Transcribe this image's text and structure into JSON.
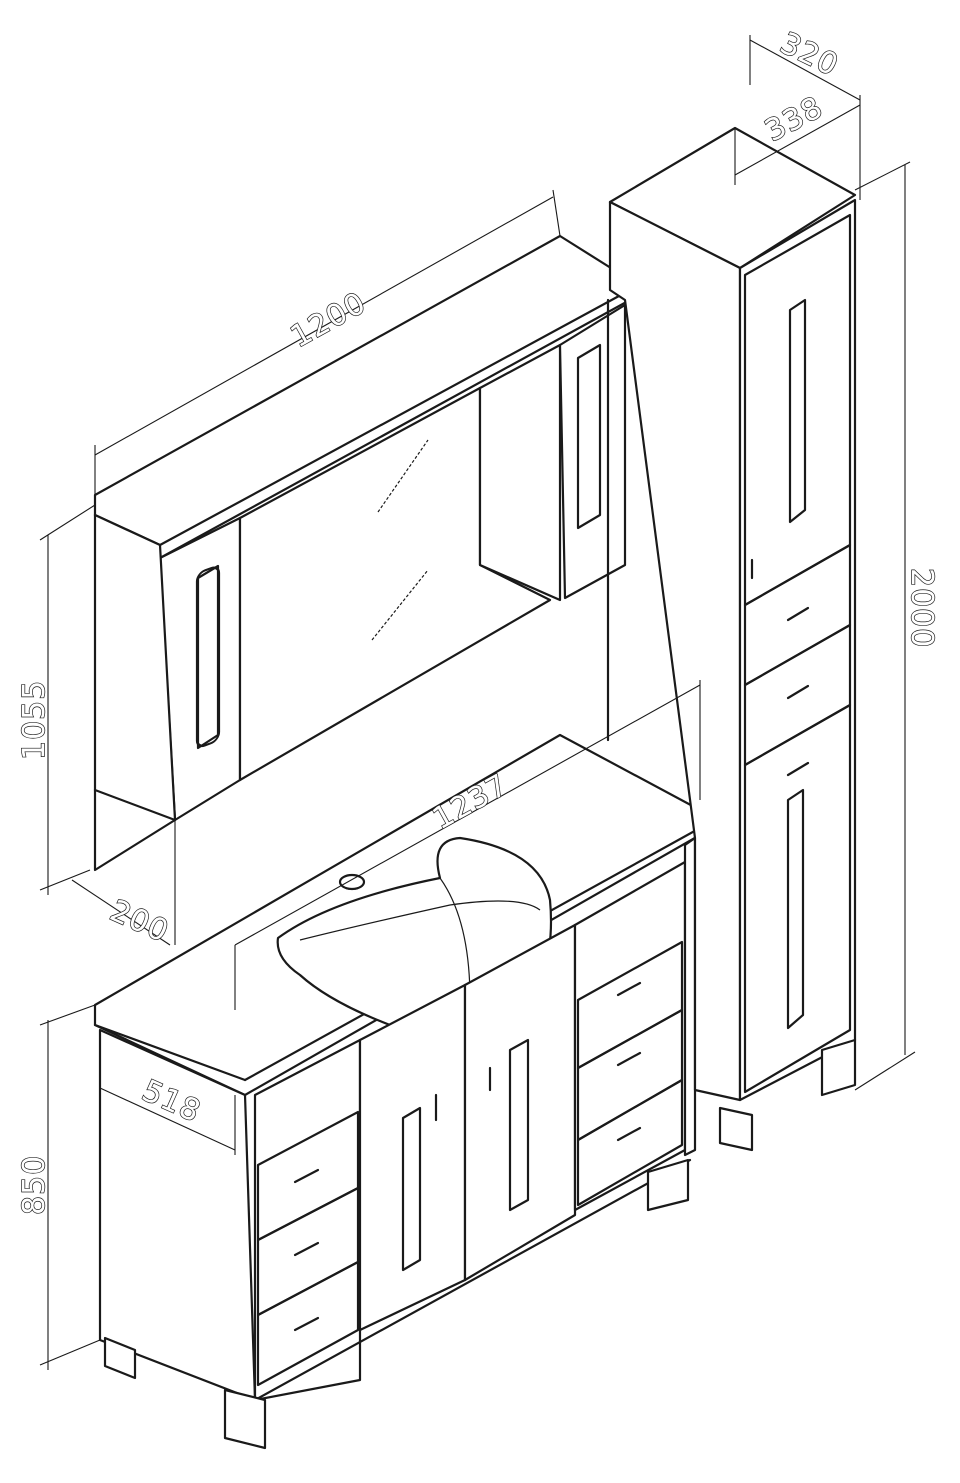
{
  "dimensions": {
    "mirror_cabinet_width": "1200",
    "mirror_cabinet_height": "1055",
    "mirror_cabinet_depth": "200",
    "vanity_width": "1237",
    "vanity_depth": "518",
    "vanity_height": "850",
    "column_depth_outer": "320",
    "column_depth_inner": "338",
    "column_height": "2000"
  }
}
